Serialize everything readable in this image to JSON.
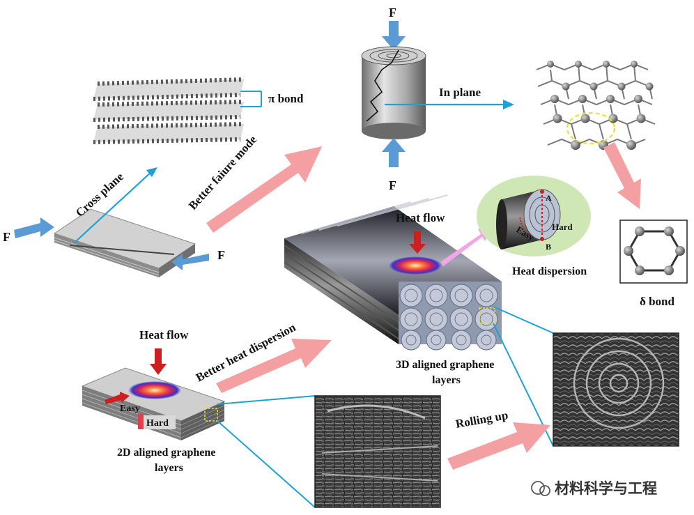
{
  "labels": {
    "pi_bond": "π bond",
    "cross_plane": "Cross plane",
    "better_failure_mode": "Better faiure mode",
    "force": "F",
    "in_plane": "In plane",
    "delta_bond": "δ bond",
    "heat_flow": "Heat flow",
    "heat_dispersion": "Heat dispersion",
    "easy": "Easy",
    "hard": "Hard",
    "point_a": "A",
    "point_b": "B",
    "better_heat_dispersion": "Better heat dispersion",
    "aligned_3d_line1": "3D aligned graphene",
    "aligned_3d_line2": "layers",
    "aligned_2d_line1": "2D aligned graphene",
    "aligned_2d_line2": "layers",
    "rolling_up": "Rolling up"
  },
  "watermark": {
    "text": "材料科学与工程"
  },
  "colors": {
    "pink_arrow": "#f4a0a3",
    "blue_arrow": "#5b9bd5",
    "cyan_line": "#1fa2d3",
    "red_arrow": "#cc1f1f",
    "highlight_yellow": "#e8e23a",
    "green_bubble": "#cfe6b5",
    "magenta_arrow": "#f2a6e8"
  }
}
